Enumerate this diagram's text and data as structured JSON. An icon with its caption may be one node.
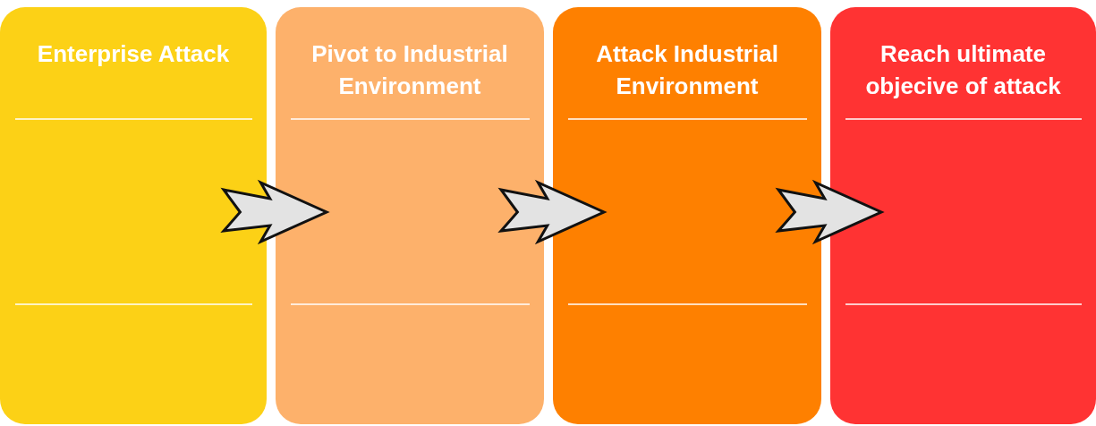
{
  "diagram": {
    "nodes": [
      {
        "text": [
          "Enterprise Attack"
        ]
      },
      {
        "text": [
          "Pivot to Industrial Environment"
        ]
      },
      {
        "text": [
          "Attack Industrial Environment"
        ]
      },
      {
        "text": [
          "Reach ultimate objecive of attack"
        ]
      }
    ],
    "edges": [
      {
        "from": 0,
        "to": 1,
        "arrow": "to"
      },
      {
        "from": 1,
        "to": 2,
        "arrow": "to"
      },
      {
        "from": 2,
        "to": 3,
        "arrow": "to"
      }
    ]
  }
}
